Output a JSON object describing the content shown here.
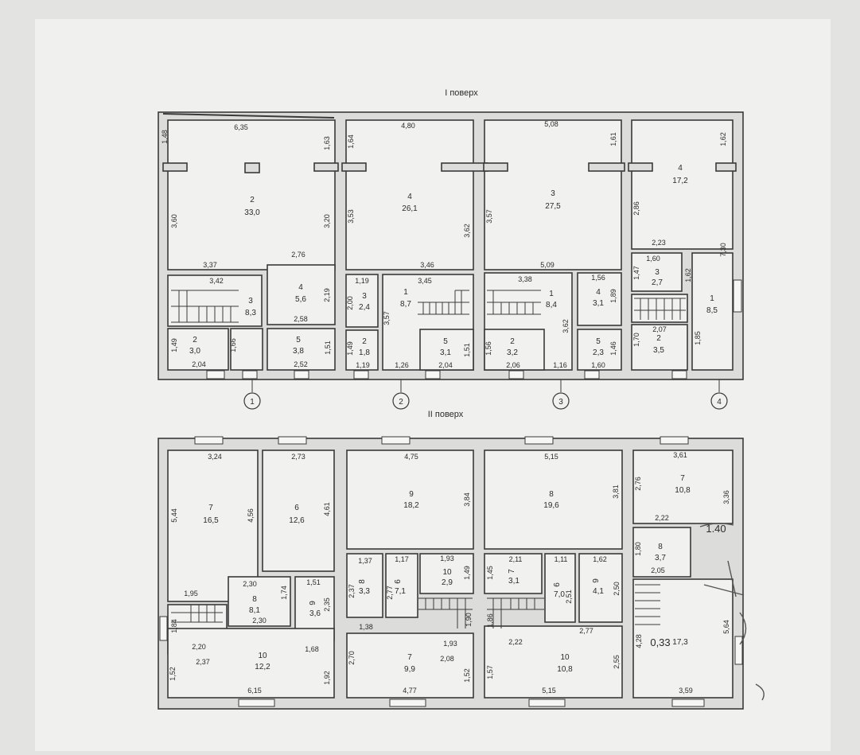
{
  "floors": [
    {
      "title": "I поверх",
      "rooms": [
        {
          "num": "2",
          "area": "33,0"
        },
        {
          "num": "4",
          "area": "26,1"
        },
        {
          "num": "3",
          "area": "27,5"
        },
        {
          "num": "4",
          "area": "17,2"
        },
        {
          "num": "3",
          "area": "8,3"
        },
        {
          "num": "4",
          "area": "5,6"
        },
        {
          "num": "2",
          "area": "3,0"
        },
        {
          "num": "5",
          "area": "3,8"
        },
        {
          "num": "3",
          "area": "2,4"
        },
        {
          "num": "2",
          "area": "1,8"
        },
        {
          "num": "1",
          "area": "8,7"
        },
        {
          "num": "5",
          "area": "3,1"
        },
        {
          "num": "1",
          "area": "8,4"
        },
        {
          "num": "4",
          "area": "3,1"
        },
        {
          "num": "2",
          "area": "3,2"
        },
        {
          "num": "5",
          "area": "2,3"
        },
        {
          "num": "3",
          "area": "2,7"
        },
        {
          "num": "1",
          "area": "8,5"
        },
        {
          "num": "2",
          "area": "3,5"
        }
      ],
      "dims": [
        "6,35",
        "1,48",
        "1,63",
        "3,60",
        "3,20",
        "3,37",
        "2,76",
        "3,42",
        "2,19",
        "2,58",
        "1,49",
        "2,04",
        "1,66",
        "1,51",
        "2,52",
        "4,80",
        "1,64",
        "3,53",
        "3,62",
        "3,46",
        "1,19",
        "2,00",
        "3,45",
        "3,57",
        "1,49",
        "1,19",
        "1,26",
        "2,04",
        "1,51",
        "5,08",
        "1,61",
        "3,57",
        "5,09",
        "3,38",
        "3,62",
        "1,56",
        "1,89",
        "1,56",
        "2,06",
        "1,16",
        "1,46",
        "1,60",
        "1,62",
        "2,86",
        "2,23",
        "7,30",
        "1,47",
        "1,60",
        "1,62",
        "2,07",
        "1,70",
        "1,85"
      ],
      "axes": [
        "1",
        "2",
        "3",
        "4"
      ]
    },
    {
      "title": "II поверх",
      "rooms": [
        {
          "num": "7",
          "area": "16,5"
        },
        {
          "num": "6",
          "area": "12,6"
        },
        {
          "num": "9",
          "area": "18,2"
        },
        {
          "num": "8",
          "area": "19,6"
        },
        {
          "num": "7",
          "area": "10,8"
        },
        {
          "num": "8",
          "area": "8,1"
        },
        {
          "num": "9",
          "area": "3,6"
        },
        {
          "num": "10",
          "area": "12,2"
        },
        {
          "num": "8",
          "area": "3,3"
        },
        {
          "num": "6",
          "area": "7,1"
        },
        {
          "num": "10",
          "area": "2,9"
        },
        {
          "num": "7",
          "area": "9,9"
        },
        {
          "num": "7",
          "area": "3,1"
        },
        {
          "num": "6",
          "area": "7,0"
        },
        {
          "num": "9",
          "area": "4,1"
        },
        {
          "num": "10",
          "area": "10,8"
        },
        {
          "num": "8",
          "area": "3,7"
        },
        {
          "num": "",
          "area": "17,3"
        }
      ],
      "dims": [
        "3,24",
        "2,73",
        "5,44",
        "4,56",
        "4,61",
        "2,30",
        "1,95",
        "1,74",
        "1,51",
        "2,30",
        "2,35",
        "1,84",
        "2,20",
        "2,37",
        "1,68",
        "1,52",
        "6,15",
        "1,92",
        "4,75",
        "3,84",
        "1,37",
        "1,17",
        "1,93",
        "2,37",
        "2,77",
        "1,49",
        "1,90",
        "1,38",
        "1,93",
        "2,70",
        "2,08",
        "1,52",
        "4,77",
        "5,15",
        "3,81",
        "2,11",
        "1,11",
        "1,62",
        "1,45",
        "2,51",
        "2,50",
        "1,86",
        "2,22",
        "2,77",
        "1,57",
        "2,55",
        "5,15",
        "3,61",
        "2,76",
        "3,36",
        "2,22",
        "1,80",
        "2,05",
        "4,28",
        "5,64",
        "3,59"
      ],
      "handwritten": [
        "1.40",
        "0,33"
      ]
    }
  ]
}
